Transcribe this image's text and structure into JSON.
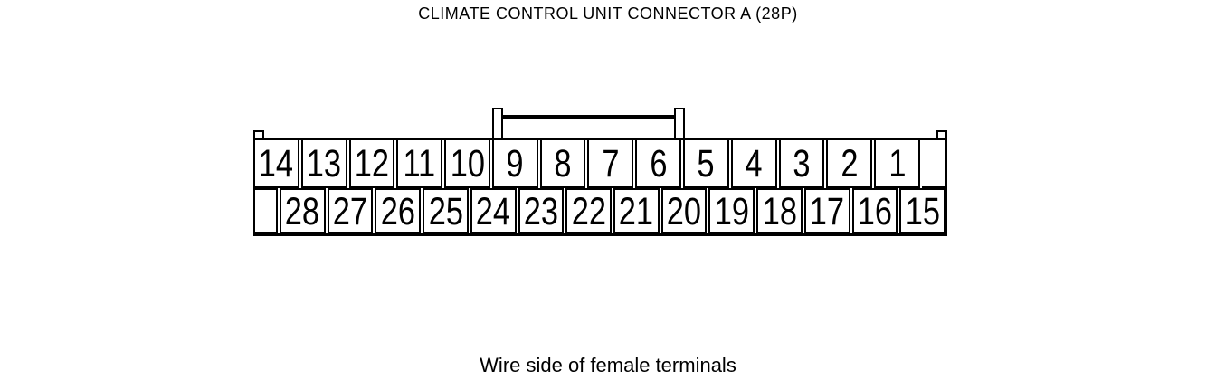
{
  "title": "CLIMATE CONTROL UNIT CONNECTOR A (28P)",
  "caption": "Wire side of female terminals",
  "connector": {
    "label": "A",
    "pin_count": 28,
    "top_row_pins": [
      "14",
      "13",
      "12",
      "11",
      "10",
      "9",
      "8",
      "7",
      "6",
      "5",
      "4",
      "3",
      "2",
      "1"
    ],
    "bottom_row_pins": [
      "28",
      "27",
      "26",
      "25",
      "24",
      "23",
      "22",
      "21",
      "20",
      "19",
      "18",
      "17",
      "16",
      "15"
    ],
    "colors": {
      "line": "#000000",
      "background": "#ffffff"
    }
  }
}
